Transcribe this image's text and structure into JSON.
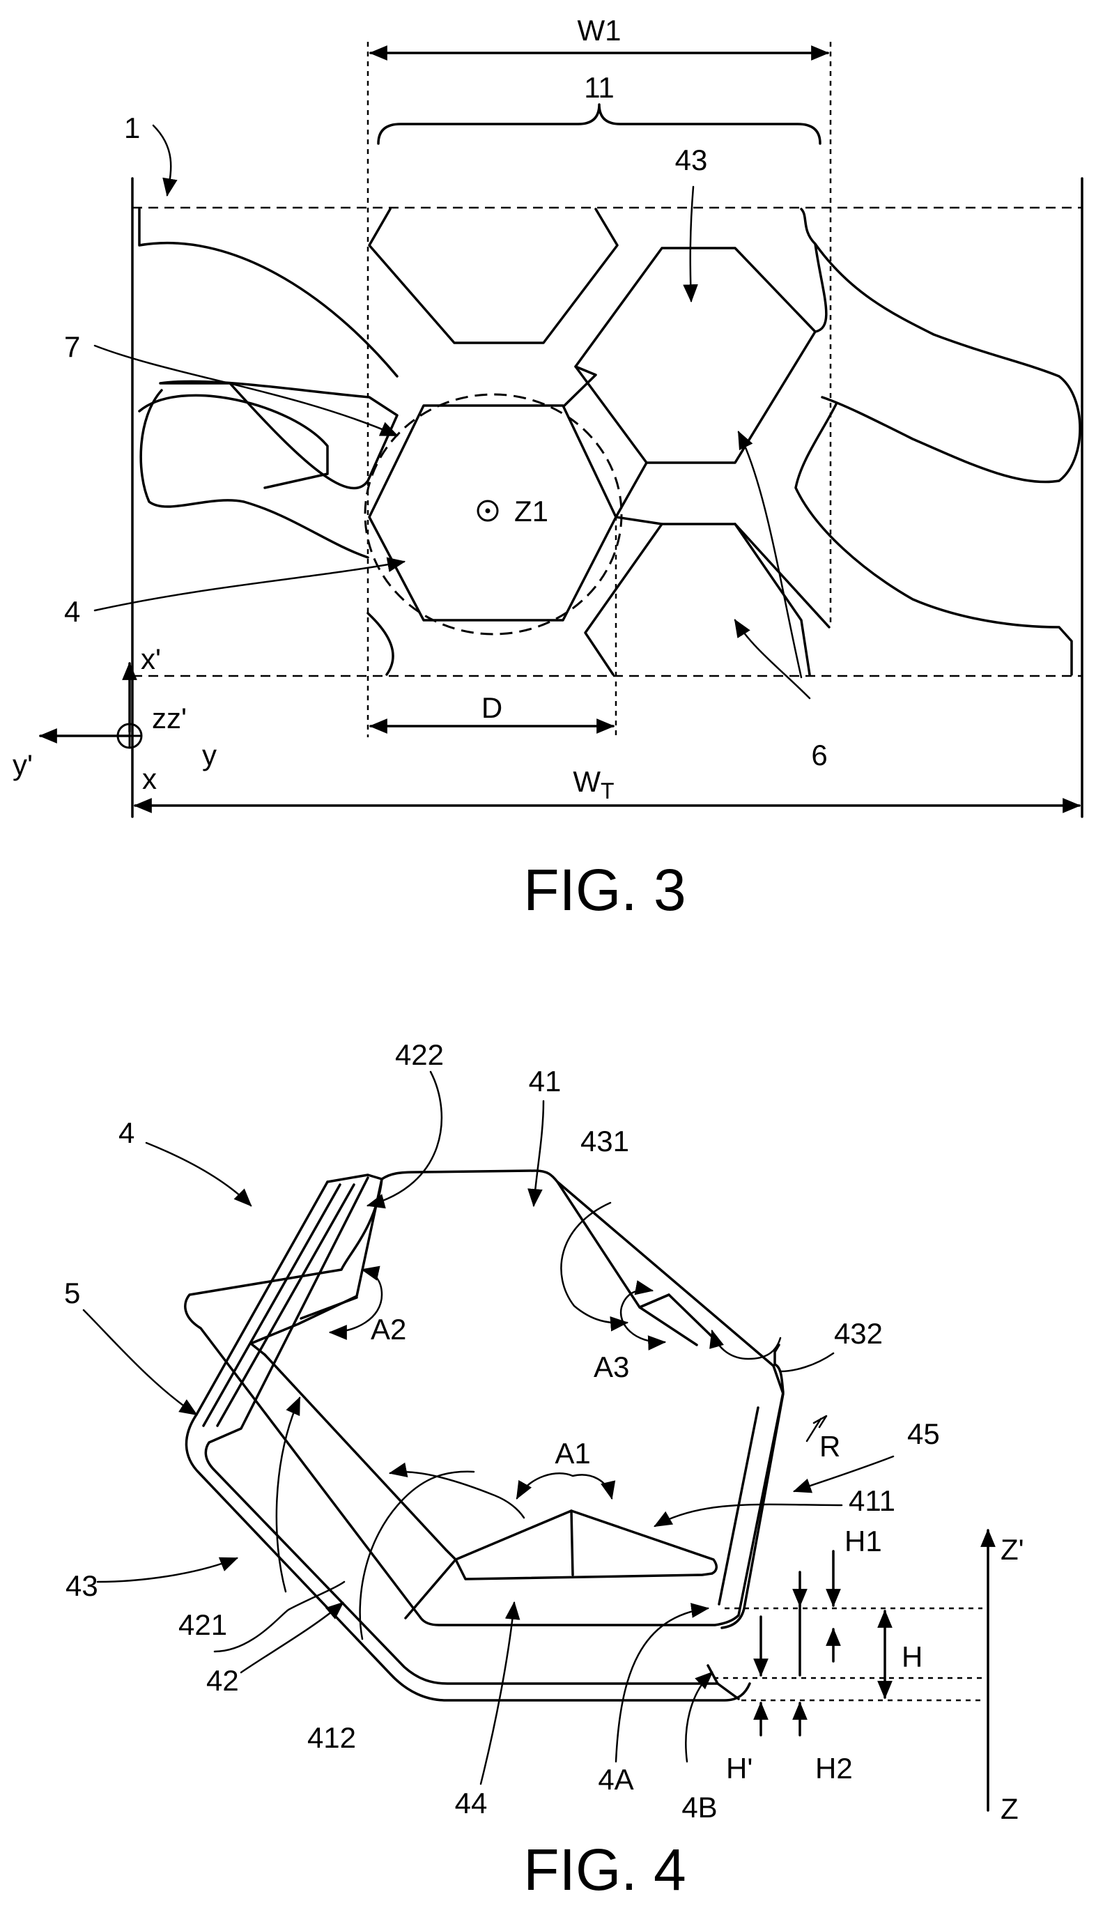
{
  "fig3": {
    "caption": "FIG. 3",
    "labels": {
      "ref_1": "1",
      "ref_7": "7",
      "ref_4": "4",
      "ref_43": "43",
      "ref_6": "6",
      "ref_11": "11",
      "w1": "W1",
      "d": "D",
      "wt_main": "W",
      "wt_sub": "T",
      "z1": "Z1",
      "axis_xp": "x'",
      "axis_x": "x",
      "axis_yp": "y'",
      "axis_y": "y",
      "axis_zz": "zz'"
    }
  },
  "fig4": {
    "caption": "FIG. 4",
    "labels": {
      "ref_4": "4",
      "ref_5": "5",
      "ref_41": "41",
      "ref_42": "42",
      "ref_43": "43",
      "ref_44": "44",
      "ref_45": "45",
      "ref_411": "411",
      "ref_412": "412",
      "ref_421": "421",
      "ref_422": "422",
      "ref_431": "431",
      "ref_432": "432",
      "ref_4A": "4A",
      "ref_4B": "4B",
      "a1": "A1",
      "a2": "A2",
      "a3": "A3",
      "r": "R",
      "h": "H",
      "h1": "H1",
      "h2": "H2",
      "hp": "H'",
      "zp": "Z'",
      "z": "Z"
    }
  }
}
